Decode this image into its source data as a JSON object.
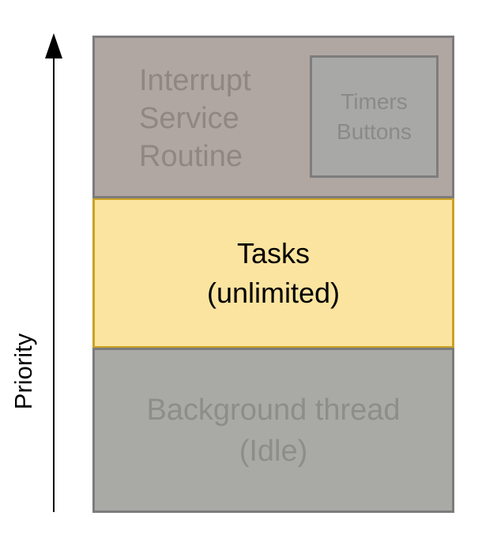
{
  "axis": {
    "label": "Priority"
  },
  "layers": {
    "isr": {
      "lines": [
        "Interrupt",
        "Service",
        "Routine"
      ],
      "sub_box": {
        "lines": [
          "Timers",
          "Buttons"
        ]
      }
    },
    "tasks": {
      "lines": [
        "Tasks",
        "(unlimited)"
      ]
    },
    "background": {
      "lines": [
        "Background thread",
        "(Idle)"
      ]
    }
  },
  "colors": {
    "isr_fill": "#b0a6a2",
    "tasks_fill": "#fbe49f",
    "tasks_border": "#c9a227",
    "background_fill": "#a9aaa5",
    "axis": "#000000"
  }
}
